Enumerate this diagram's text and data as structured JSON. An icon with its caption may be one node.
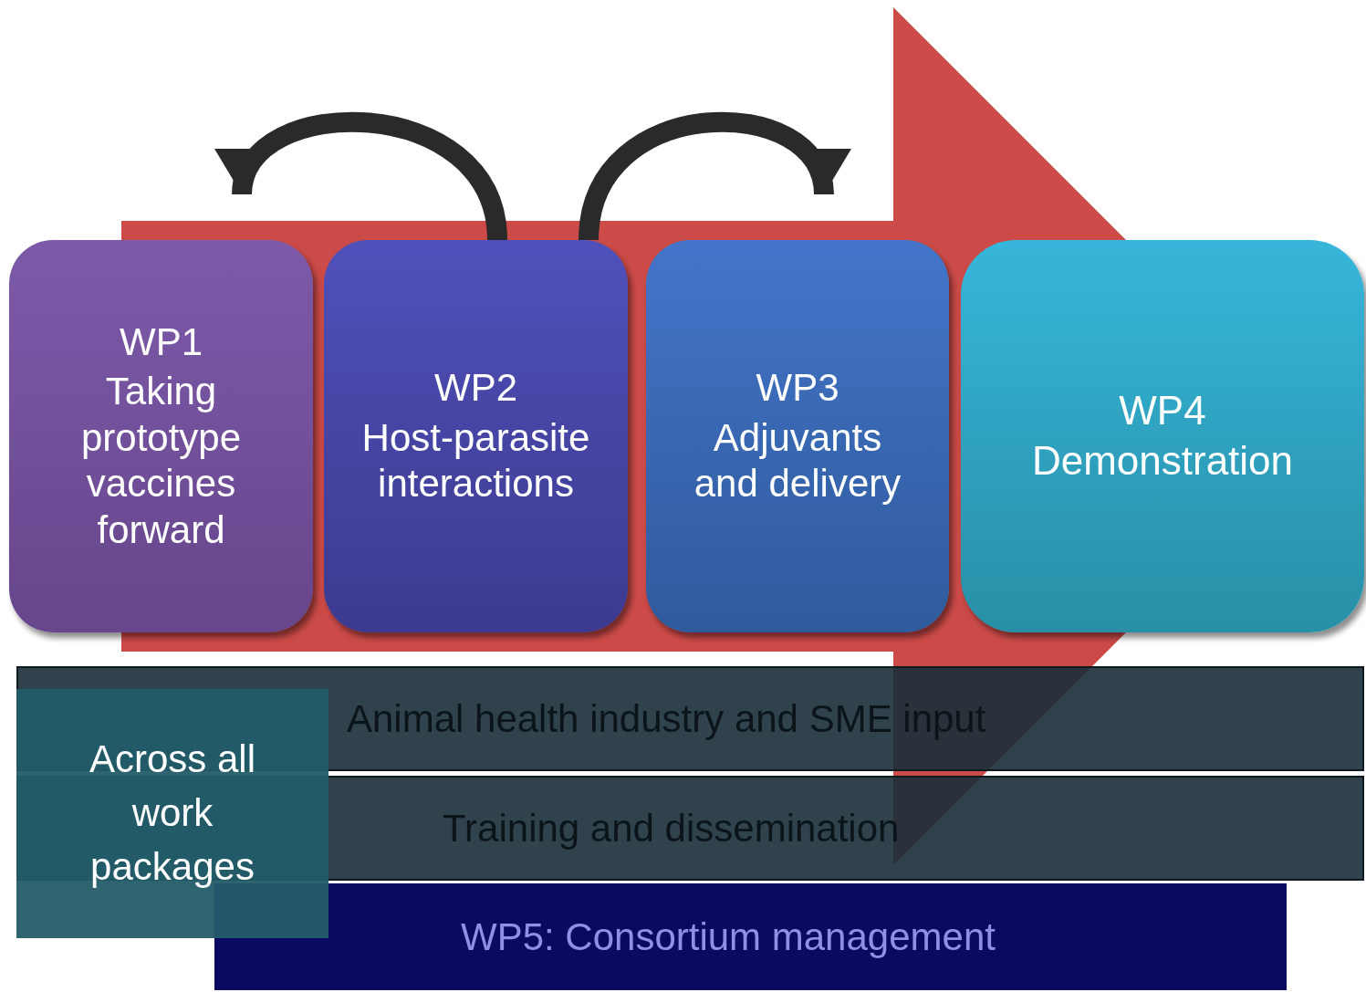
{
  "diagram": {
    "nodes": [
      {
        "text": [
          "WP1",
          "Taking prototype vaccines forward"
        ]
      },
      {
        "text": [
          "WP2",
          "Host-parasite interactions"
        ]
      },
      {
        "text": [
          "WP3",
          "Adjuvants and delivery"
        ]
      },
      {
        "text": [
          "WP4",
          "Demonstration"
        ]
      },
      {
        "text": [
          "Animal health industry and SME input"
        ]
      },
      {
        "text": [
          "Training and dissemination"
        ]
      },
      {
        "text": [
          "WP5: Consortium management"
        ]
      },
      {
        "text": [
          "Across all work packages"
        ]
      }
    ],
    "edges": [
      {
        "from": 1,
        "to": 0,
        "arrow": "to"
      },
      {
        "from": 1,
        "to": 2,
        "arrow": "to"
      },
      {
        "from": 0,
        "to": 3,
        "arrow": "to",
        "style": "thick",
        "color": "#c83c38"
      }
    ]
  }
}
